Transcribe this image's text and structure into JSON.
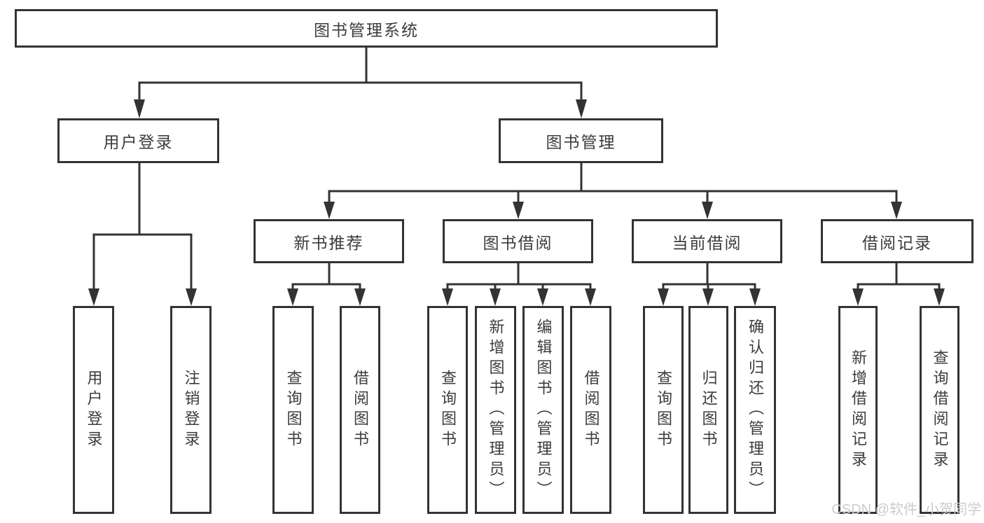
{
  "colors": {
    "line": "#333333",
    "text": "#3c3c3c",
    "watermark": "#cccccc",
    "background": "#ffffff",
    "box_bg": "#ffffff"
  },
  "tree": {
    "root": "图书管理系统",
    "branches": [
      {
        "label": "用户登录",
        "children": [
          "用户登录",
          "注销登录"
        ]
      },
      {
        "label": "图书管理",
        "children": [
          {
            "label": "新书推荐",
            "children": [
              "查询图书",
              "借阅图书"
            ]
          },
          {
            "label": "图书借阅",
            "children": [
              "查询图书",
              "新增图书（管理员）",
              "编辑图书（管理员）",
              "借阅图书"
            ]
          },
          {
            "label": "当前借阅",
            "children": [
              "查询图书",
              "归还图书",
              "确认归还（管理员）"
            ]
          },
          {
            "label": "借阅记录",
            "children": [
              "新增借阅记录",
              "查询借阅记录"
            ]
          }
        ]
      }
    ]
  },
  "watermark": "CSDN @软件_小贺同学"
}
